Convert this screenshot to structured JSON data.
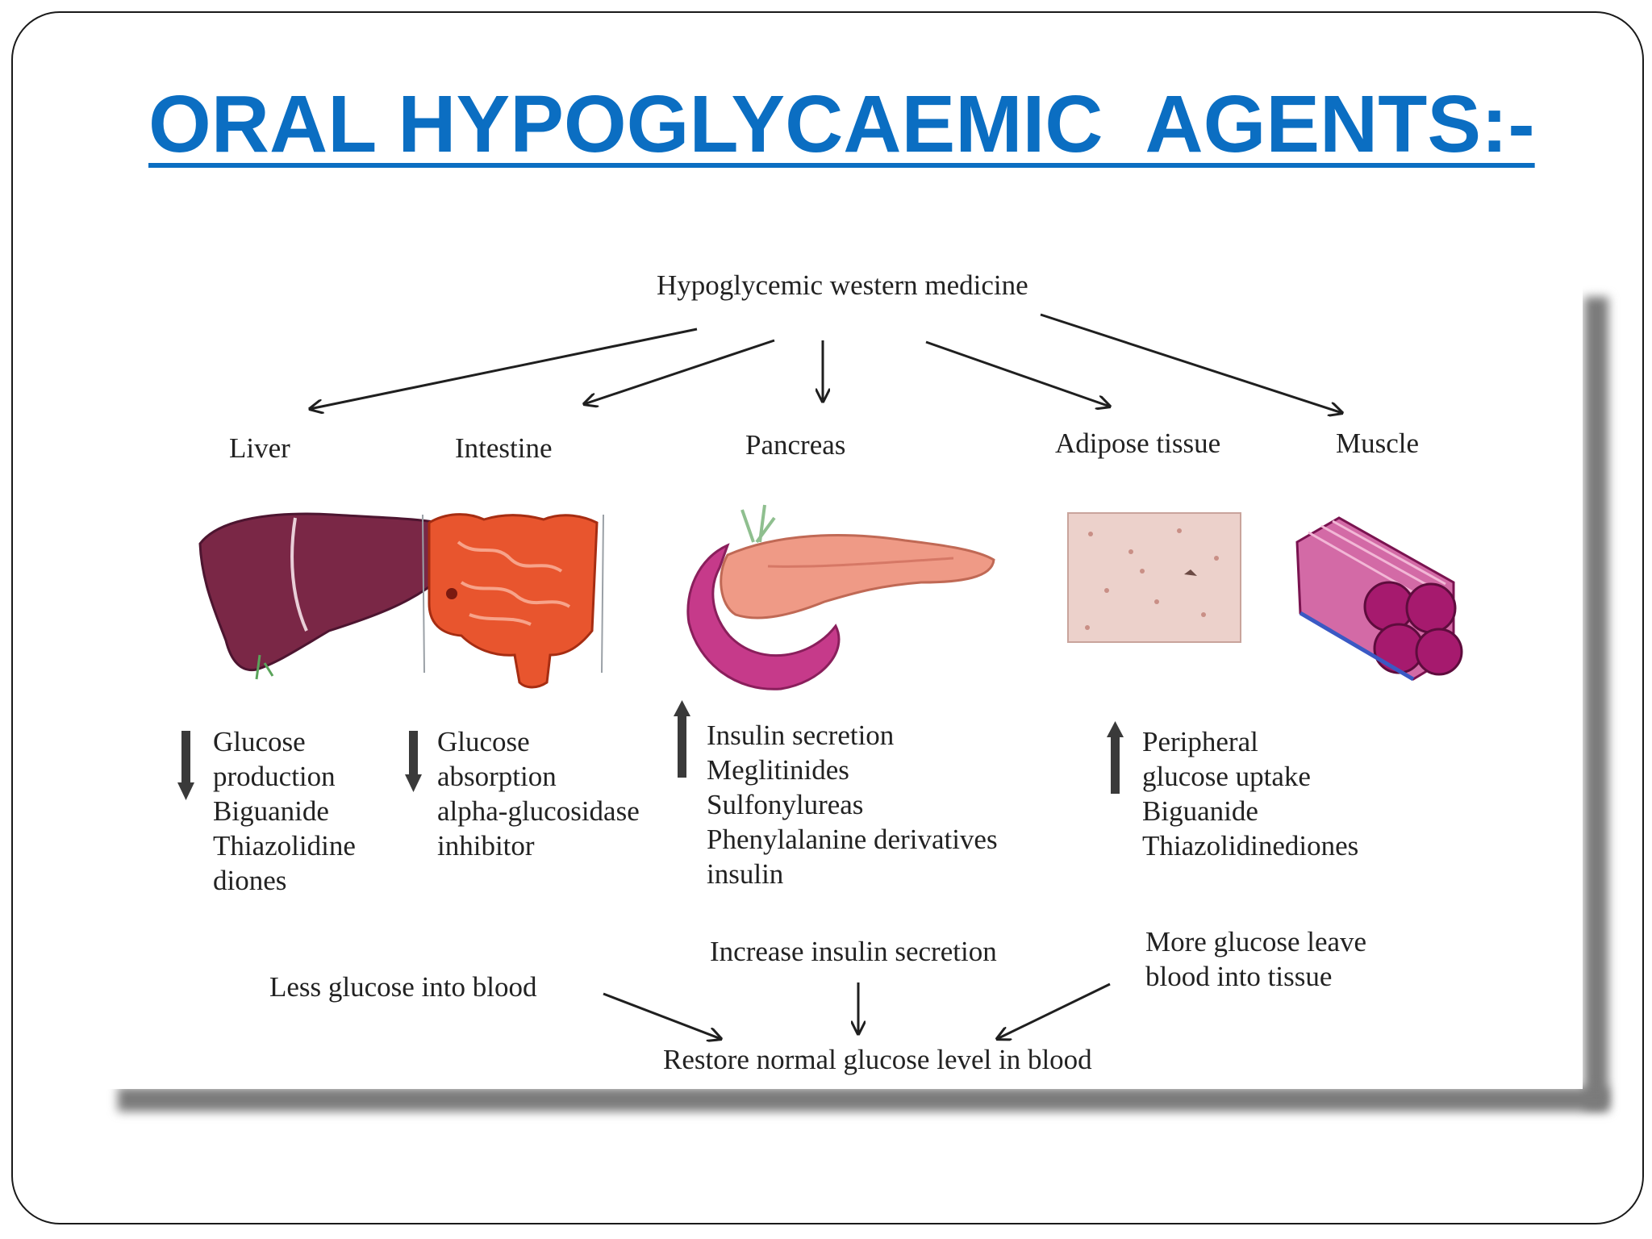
{
  "slide": {
    "title": "ORAL HYPOGLYCAEMIC  AGENTS:-"
  },
  "diagram": {
    "root": "Hypoglycemic western medicine",
    "organs": [
      {
        "name": "Liver",
        "direction": "down",
        "effect_lines": [
          "Glucose",
          "production",
          "Biguanide",
          "Thiazolidine",
          "diones"
        ]
      },
      {
        "name": "Intestine",
        "direction": "down",
        "effect_lines": [
          "Glucose",
          "absorption",
          "alpha-glucosidase",
          "inhibitor"
        ]
      },
      {
        "name": "Pancreas",
        "direction": "up",
        "effect_lines": [
          "Insulin secretion",
          "Meglitinides",
          "Sulfonylureas",
          "Phenylalanine derivatives",
          "insulin"
        ]
      },
      {
        "name": "Adipose tissue",
        "direction": "up",
        "effect_lines": [
          "Peripheral",
          "glucose uptake",
          "Biguanide",
          "Thiazolidinediones"
        ]
      },
      {
        "name": "Muscle"
      }
    ],
    "outcomes": {
      "left": "Less glucose into blood",
      "center": "Increase insulin secretion",
      "right_lines": [
        "More glucose leave",
        "blood into tissue"
      ],
      "final": "Restore normal glucose level in blood"
    },
    "colors": {
      "liver": "#7a2746",
      "intestine": "#e8552e",
      "pancreas": "#ef9a86",
      "pancreas_duct": "#c63a8a",
      "adipose": "#ecd1cb",
      "muscle": "#a61a6e",
      "arrow": "#1f1f1f",
      "shadow": "#7b7b7b"
    }
  }
}
